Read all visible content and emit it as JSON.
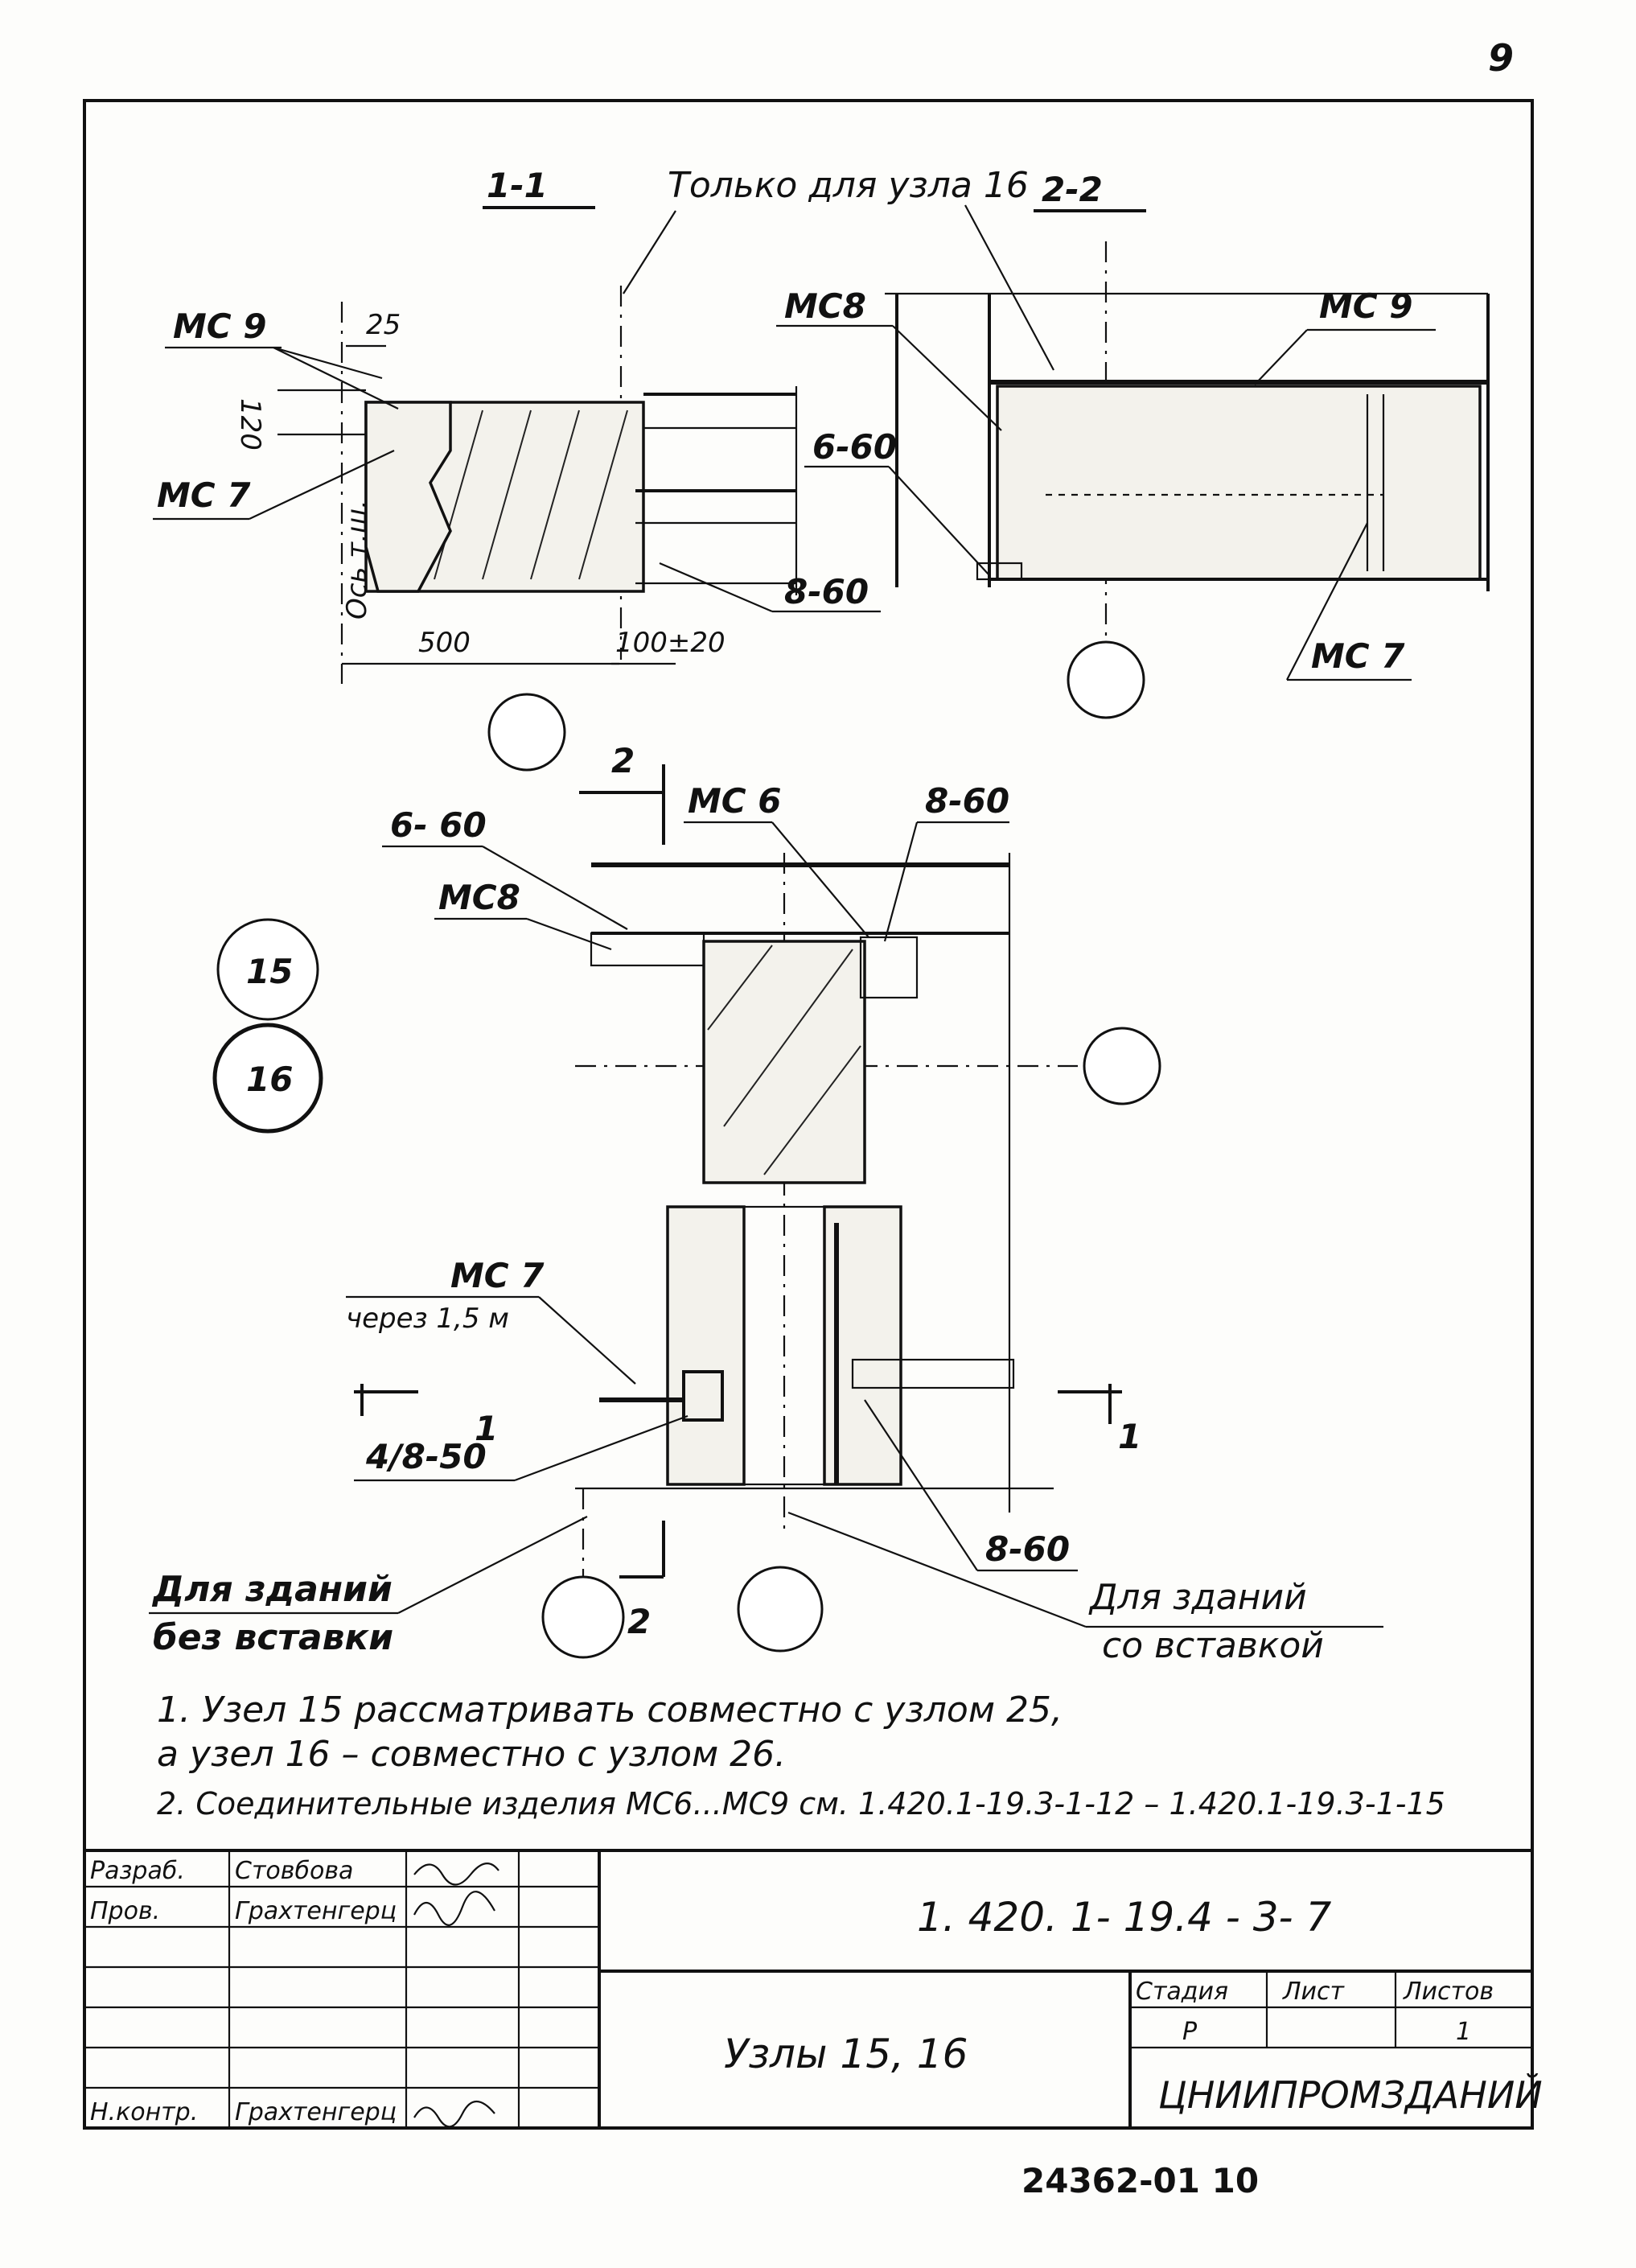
{
  "sheet": {
    "page_number": "9",
    "stamp_bottom": "24362-01   10"
  },
  "section_1_1": {
    "title": "1-1",
    "labels": {
      "mc9": "МС 9",
      "mc7": "МС 7",
      "dim_25": "25",
      "dim_120": "120",
      "axis": "Ось т.ш.",
      "dim_500": "500",
      "dim_100_20": "100±20",
      "weld_8_60": "8-60"
    }
  },
  "section_2_2": {
    "title": "2-2",
    "note_only_node16": "Только для узла 16",
    "labels": {
      "mc8": "МС8",
      "mc9": "МС 9",
      "weld_6_60": "6-60",
      "mc7": "МС 7"
    }
  },
  "plan": {
    "node_15": "15",
    "node_16": "16",
    "section_mark_2": "2",
    "section_mark_2_bottom": "2",
    "section_mark_1_left": "1",
    "section_mark_1_right": "1",
    "labels": {
      "weld_6_60": "6- 60",
      "mc8": "МС8",
      "mc6": "МС 6",
      "weld_8_60_top": "8-60",
      "mc7": "МС 7",
      "mc7_step": "через 1,5 м",
      "weld_4_8_50": "4/8-50",
      "weld_8_60_bottom": "8-60",
      "for_buildings_without_insert_1": "Для зданий",
      "for_buildings_without_insert_2": "без вставки",
      "for_buildings_with_insert_1": "Для зданий",
      "for_buildings_with_insert_2": "со вставкой"
    }
  },
  "notes": [
    "1. Узел 15 рассматривать совместно с узлом 25,",
    "    а узел 16 – совместно с узлом 26.",
    "2. Соединительные изделия  МС6...МС9 см. 1.420.1-19.3-1-12 – 1.420.1-19.3-1-15"
  ],
  "title_block": {
    "doc_code": "1. 420. 1- 19.4 - 3- 7",
    "title": "Узлы  15, 16",
    "org": "ЦНИИПРОМЗДАНИЙ",
    "stage_header": "Стадия",
    "sheet_header": "Лист",
    "sheets_header": "Листов",
    "stage_value": "Р",
    "sheets_value": "1",
    "rows": [
      {
        "role": "Разраб.",
        "name": "Стовбова"
      },
      {
        "role": "Пров.",
        "name": "Грахтенгерц"
      },
      {
        "role": "",
        "name": ""
      },
      {
        "role": "",
        "name": ""
      },
      {
        "role": "",
        "name": ""
      },
      {
        "role": "",
        "name": ""
      },
      {
        "role": "Н.контр.",
        "name": "Грахтенгерц"
      }
    ]
  }
}
